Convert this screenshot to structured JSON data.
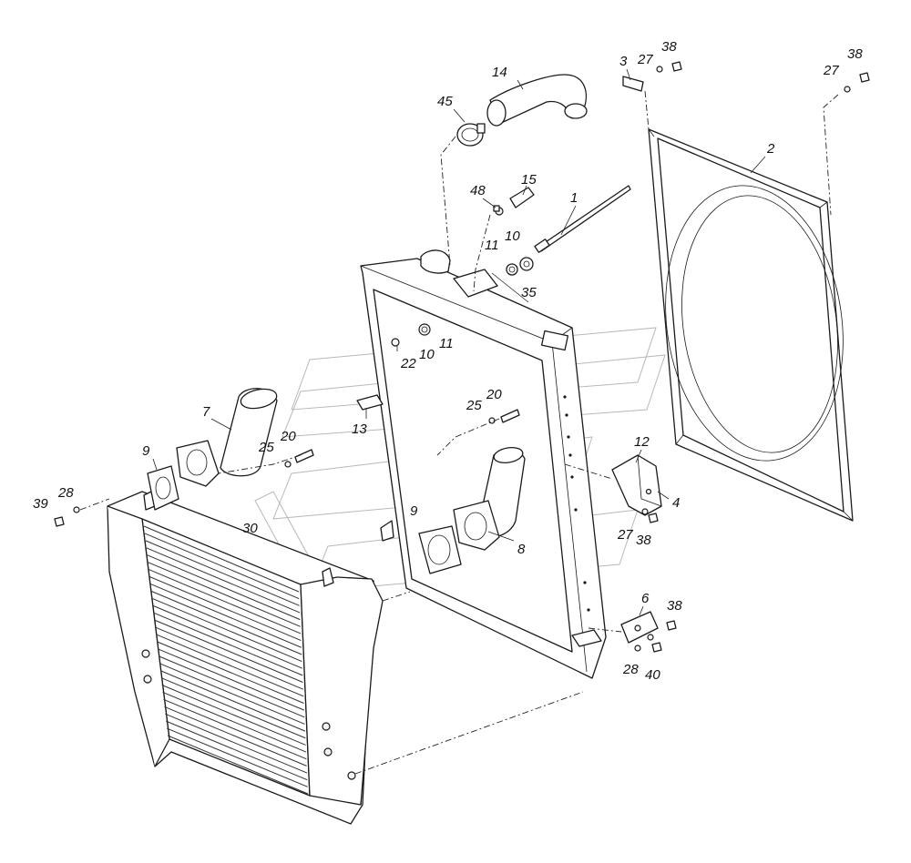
{
  "labels": [
    {
      "id": "1",
      "text": "1"
    },
    {
      "id": "2",
      "text": "2"
    },
    {
      "id": "3",
      "text": "3"
    },
    {
      "id": "4",
      "text": "4"
    },
    {
      "id": "6",
      "text": "6"
    },
    {
      "id": "7",
      "text": "7"
    },
    {
      "id": "8",
      "text": "8"
    },
    {
      "id": "9a",
      "text": "9"
    },
    {
      "id": "9b",
      "text": "9"
    },
    {
      "id": "10a",
      "text": "10"
    },
    {
      "id": "10b",
      "text": "10"
    },
    {
      "id": "11a",
      "text": "11"
    },
    {
      "id": "11b",
      "text": "11"
    },
    {
      "id": "12",
      "text": "12"
    },
    {
      "id": "13",
      "text": "13"
    },
    {
      "id": "14",
      "text": "14"
    },
    {
      "id": "15",
      "text": "15"
    },
    {
      "id": "20a",
      "text": "20"
    },
    {
      "id": "20b",
      "text": "20"
    },
    {
      "id": "22",
      "text": "22"
    },
    {
      "id": "25a",
      "text": "25"
    },
    {
      "id": "25b",
      "text": "25"
    },
    {
      "id": "27a",
      "text": "27"
    },
    {
      "id": "27b",
      "text": "27"
    },
    {
      "id": "27c",
      "text": "27"
    },
    {
      "id": "28a",
      "text": "28"
    },
    {
      "id": "28b",
      "text": "28"
    },
    {
      "id": "30",
      "text": "30"
    },
    {
      "id": "35",
      "text": "35"
    },
    {
      "id": "38a",
      "text": "38"
    },
    {
      "id": "38b",
      "text": "38"
    },
    {
      "id": "38c",
      "text": "38"
    },
    {
      "id": "38d",
      "text": "38"
    },
    {
      "id": "39",
      "text": "39"
    },
    {
      "id": "40",
      "text": "40"
    },
    {
      "id": "45",
      "text": "45"
    },
    {
      "id": "48",
      "text": "48"
    }
  ]
}
